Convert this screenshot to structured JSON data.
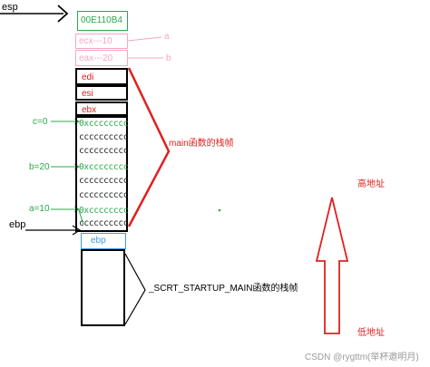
{
  "pointers": {
    "esp": "esp",
    "ebp": "ebp"
  },
  "boxes": {
    "top": "00E110B4",
    "ecx": "ecx---10",
    "eax": "eax---20",
    "edi": "edi",
    "esi": "esi",
    "ebx": "ebx",
    "ebp": "ebp"
  },
  "right_labels": {
    "a": "a",
    "b": "b"
  },
  "cell_text": "cccccccccc",
  "cell_text_green": "0xcccccccc",
  "vars": {
    "c": "c=0",
    "b": "b=20",
    "a": "a=10"
  },
  "annotations": {
    "main_frame": "main函数的栈帧",
    "scrt_frame": "_SCRT_STARTUP_MAIN函数的栈帧",
    "high_addr": "高地址",
    "low_addr": "低地址"
  },
  "watermark": "CSDN @rygttm(举杯邀明月)",
  "colors": {
    "green": "#2aa84a",
    "pink": "#f4a6c0",
    "red": "#e02020",
    "blue": "#3aa0e0",
    "black": "#000000"
  }
}
